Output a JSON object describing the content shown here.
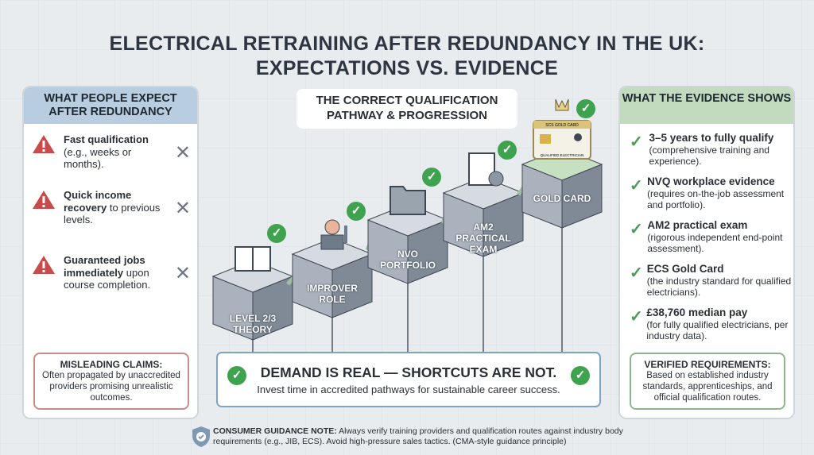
{
  "title": {
    "line1": "ELECTRICAL RETRAINING AFTER REDUNDANCY IN THE UK:",
    "line2": "EXPECTATIONS VS. EVIDENCE"
  },
  "left_panel": {
    "header": "WHAT PEOPLE EXPECT AFTER REDUNDANCY",
    "items": [
      {
        "bold": "Fast qualification",
        "rest": "(e.g., weeks or months)."
      },
      {
        "bold": "Quick income recovery",
        "rest": " to previous levels."
      },
      {
        "bold": "Guaranteed jobs immediately",
        "rest": " upon course completion."
      }
    ],
    "warning": {
      "title": "MISLEADING CLAIMS:",
      "text": "Often propagated by unaccredited providers promising unrealistic outcomes."
    }
  },
  "center": {
    "title": "THE CORRECT QUALIFICATION PATHWAY & PROGRESSION",
    "steps": [
      "LEVEL 2/3 THEORY",
      "IMPROVER ROLE",
      "NVO PORTFOLIO",
      "AM2 PRACTICAL EXAM",
      "GOLD CARD"
    ],
    "card": {
      "header": "SCS GOLD CARD",
      "footer": "QUALIFIED ELECTRICIAN"
    },
    "banner": {
      "headline": "DEMAND IS REAL — SHORTCUTS ARE NOT.",
      "subline": "Invest time in accredited pathways for sustainable career success."
    }
  },
  "right_panel": {
    "header": "WHAT THE EVIDENCE SHOWS",
    "items": [
      {
        "bold": "3–5 years to fully qualify",
        "rest": "(comprehensive training and experience)."
      },
      {
        "bold": "NVQ workplace evidence",
        "rest": "(requires on-the-job assessment and portfolio)."
      },
      {
        "bold": "AM2 practical exam",
        "rest": "(rigorous independent end-point assessment)."
      },
      {
        "bold": "ECS Gold Card",
        "rest": "(the industry standard for qualified electricians)."
      },
      {
        "bold": "£38,760 median pay",
        "rest": "(for fully qualified electricians, per industry data)."
      }
    ],
    "verified": {
      "title": "VERIFIED REQUIREMENTS:",
      "text": "Based on established industry standards, apprenticeships, and official qualification routes."
    }
  },
  "note": {
    "label": "CONSUMER GUIDANCE NOTE:",
    "text": " Always verify training providers and qualification routes against industry body requirements (e.g., JIB, ECS). Avoid high-pressure sales tactics. (CMA-style guidance principle)"
  },
  "colors": {
    "warning_red": "#c94a4a",
    "check_green": "#3fa24f",
    "left_header": "#b9cde0",
    "right_header": "#c2dbbf"
  }
}
